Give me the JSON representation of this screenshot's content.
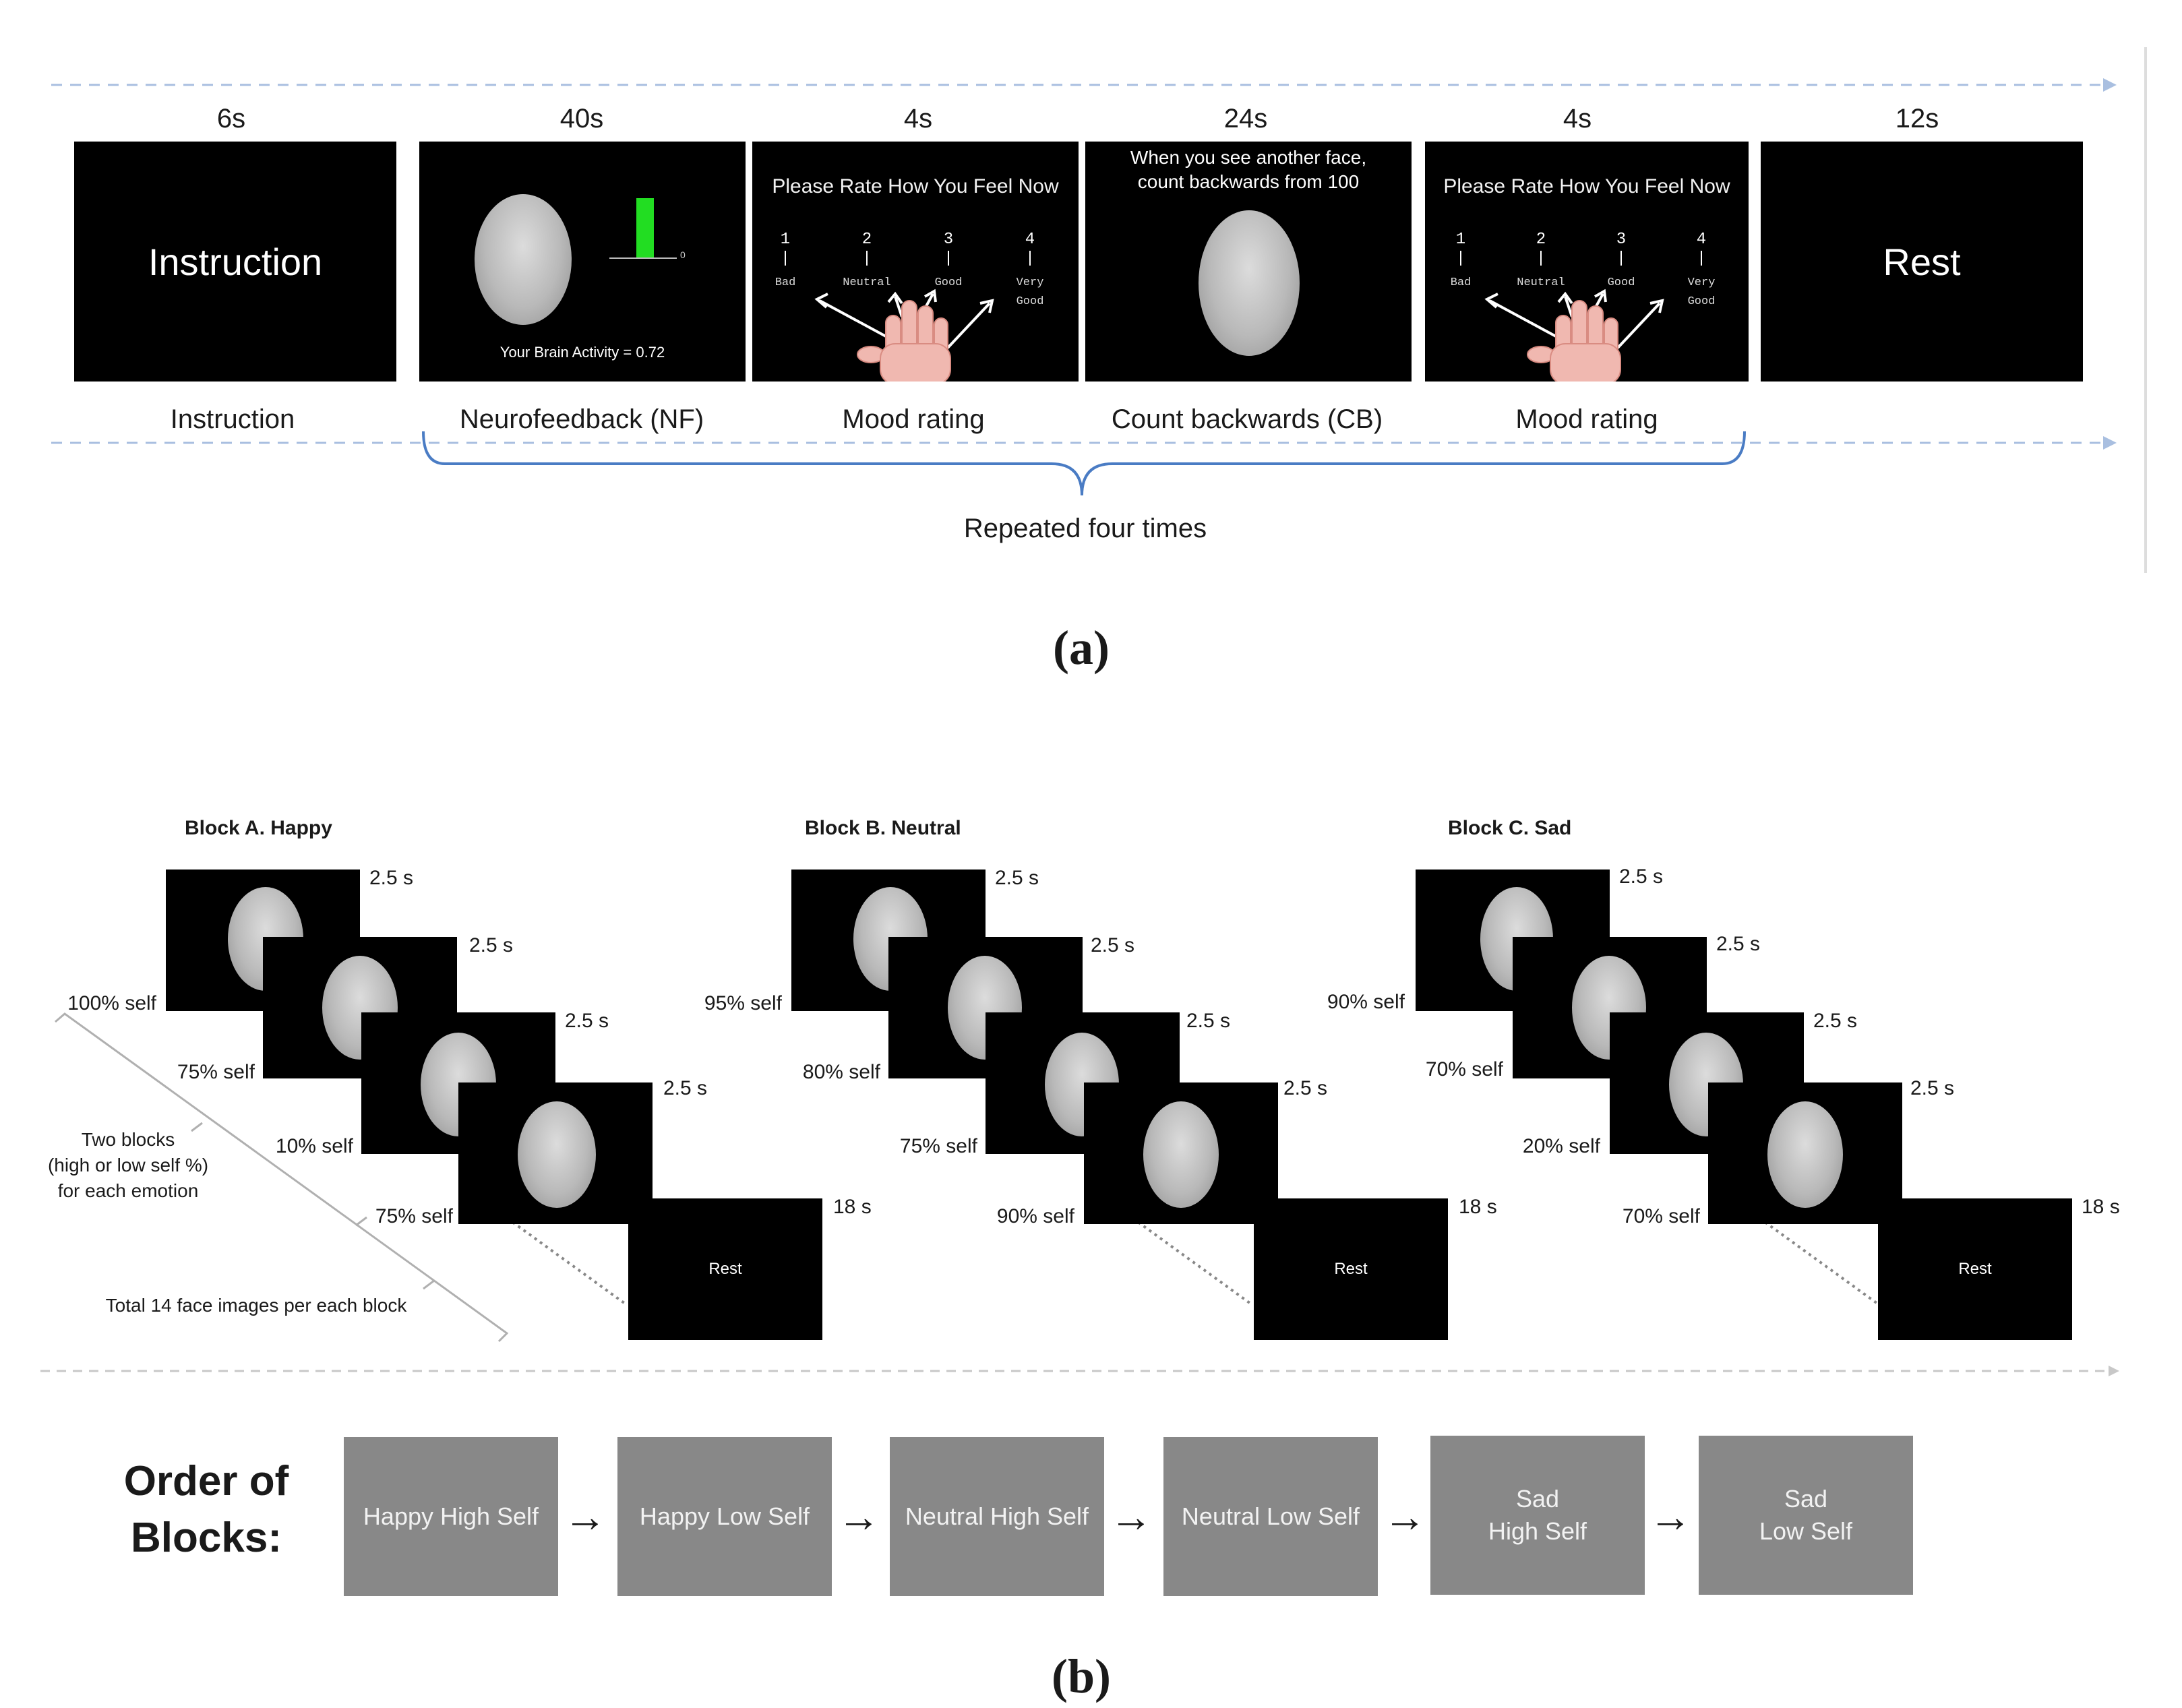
{
  "panel_a": {
    "durations": [
      "6s",
      "40s",
      "4s",
      "24s",
      "4s",
      "12s"
    ],
    "captions": [
      "Instruction",
      "Neurofeedback (NF)",
      "Mood rating",
      "Count backwards (CB)",
      "Mood rating"
    ],
    "instruction_screen": "Instruction",
    "rest_screen": "Rest",
    "nf_screen": {
      "brain_activity": "Your Brain Activity = 0.72",
      "bar_zero": "0"
    },
    "rating_screen": {
      "title": "Please Rate How You Feel Now",
      "numbers": [
        "1",
        "2",
        "3",
        "4"
      ],
      "labels": [
        "Bad",
        "Neutral",
        "Good",
        "Very\nGood"
      ]
    },
    "cb_screen": {
      "line1": "When you see another face,",
      "line2": "count backwards from 100"
    },
    "repeat_label": "Repeated four times",
    "sublabel": "(a)"
  },
  "panel_b": {
    "blocks": [
      {
        "title": "Block A. Happy",
        "times": [
          "2.5 s",
          "2.5 s",
          "2.5 s",
          "2.5 s",
          "18 s"
        ],
        "percents": [
          "100% self",
          "75% self",
          "10% self",
          "75% self"
        ],
        "rest": "Rest"
      },
      {
        "title": "Block B. Neutral",
        "times": [
          "2.5 s",
          "2.5 s",
          "2.5 s",
          "2.5 s",
          "18 s"
        ],
        "percents": [
          "95% self",
          "80% self",
          "75% self",
          "90% self"
        ],
        "rest": "Rest"
      },
      {
        "title": "Block C. Sad",
        "times": [
          "2.5 s",
          "2.5 s",
          "2.5 s",
          "2.5 s",
          "18 s"
        ],
        "percents": [
          "90% self",
          "70% self",
          "20% self",
          "70% self"
        ],
        "rest": "Rest"
      }
    ],
    "note_two_blocks": "Two blocks\n(high or low self %)\nfor each emotion",
    "note_total": "Total 14 face images per each block",
    "order_title": "Order of\nBlocks:",
    "order": [
      "Happy High Self",
      "Happy Low Self",
      "Neutral High Self",
      "Neutral Low Self",
      "Sad\nHigh Self",
      "Sad\nLow Self"
    ],
    "arrow": "→",
    "sublabel": "(b)"
  }
}
